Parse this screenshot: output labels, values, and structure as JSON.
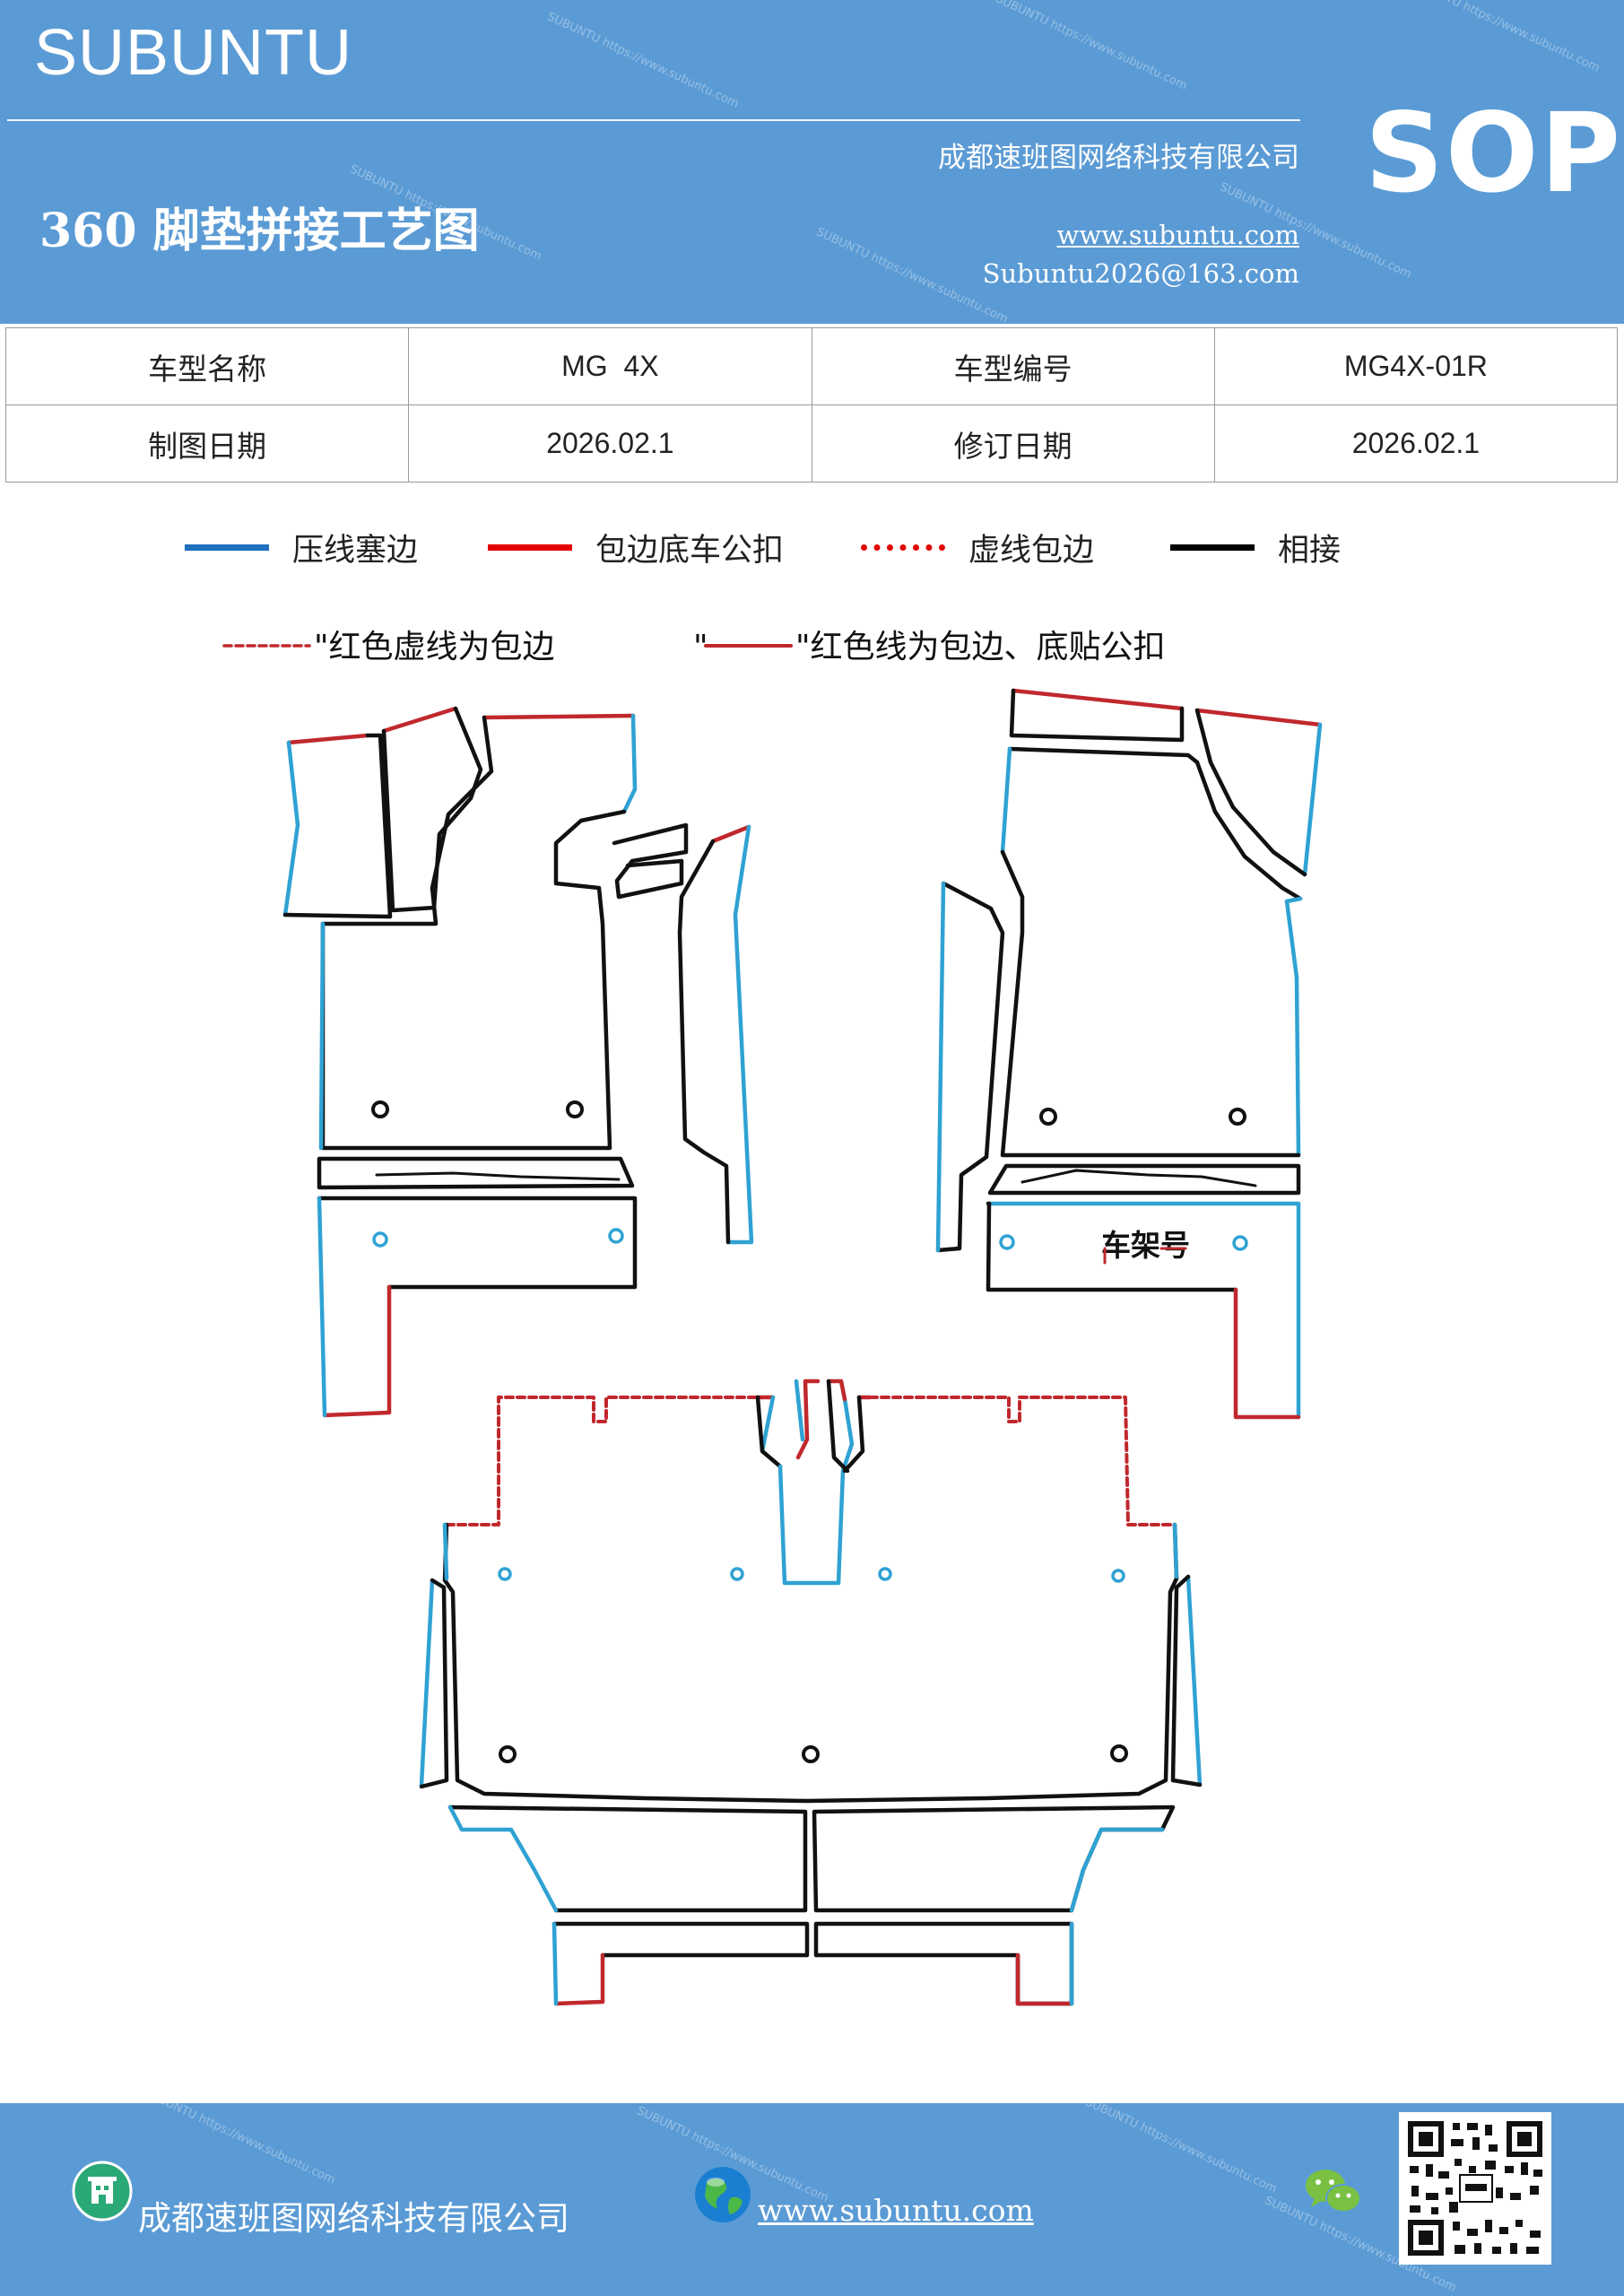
{
  "header": {
    "brand": "SUBUNTU",
    "company": "成都速班图网络科技有限公司",
    "sop": "SOP",
    "title": "360 脚垫拼接工艺图",
    "website": "www.subuntu.com",
    "email": "Subuntu2026@163.com",
    "watermark": "SUBUNTU https://www.subuntu.com"
  },
  "info_table": {
    "row1": [
      "车型名称",
      "MG  4X",
      "车型编号",
      "MG4X-01R"
    ],
    "row2": [
      "制图日期",
      "2026.02.1",
      "修订日期",
      "2026.02.1"
    ]
  },
  "legend": {
    "items": [
      {
        "label": "压线塞边",
        "color": "#1f6fbf",
        "style": "solid"
      },
      {
        "label": "包边底车公扣",
        "color": "#e30000",
        "style": "solid"
      },
      {
        "label": "虚线包边",
        "color": "#e30000",
        "style": "dotted"
      },
      {
        "label": "相接",
        "color": "#000000",
        "style": "solid"
      }
    ]
  },
  "diagram": {
    "note_dashed": "\"红色虚线为包边",
    "note_solid_prefix": "\"",
    "note_solid": "\"红色线为包边、底贴公扣",
    "vin_label": "车架号",
    "colors": {
      "blue": "#2fa2d3",
      "red": "#c0282d",
      "black": "#111111"
    }
  },
  "footer": {
    "company": "成都速班图网络科技有限公司",
    "website": "www.subuntu.com",
    "icons": [
      "building-icon",
      "globe-icon",
      "wechat-icon",
      "qr-code"
    ]
  }
}
